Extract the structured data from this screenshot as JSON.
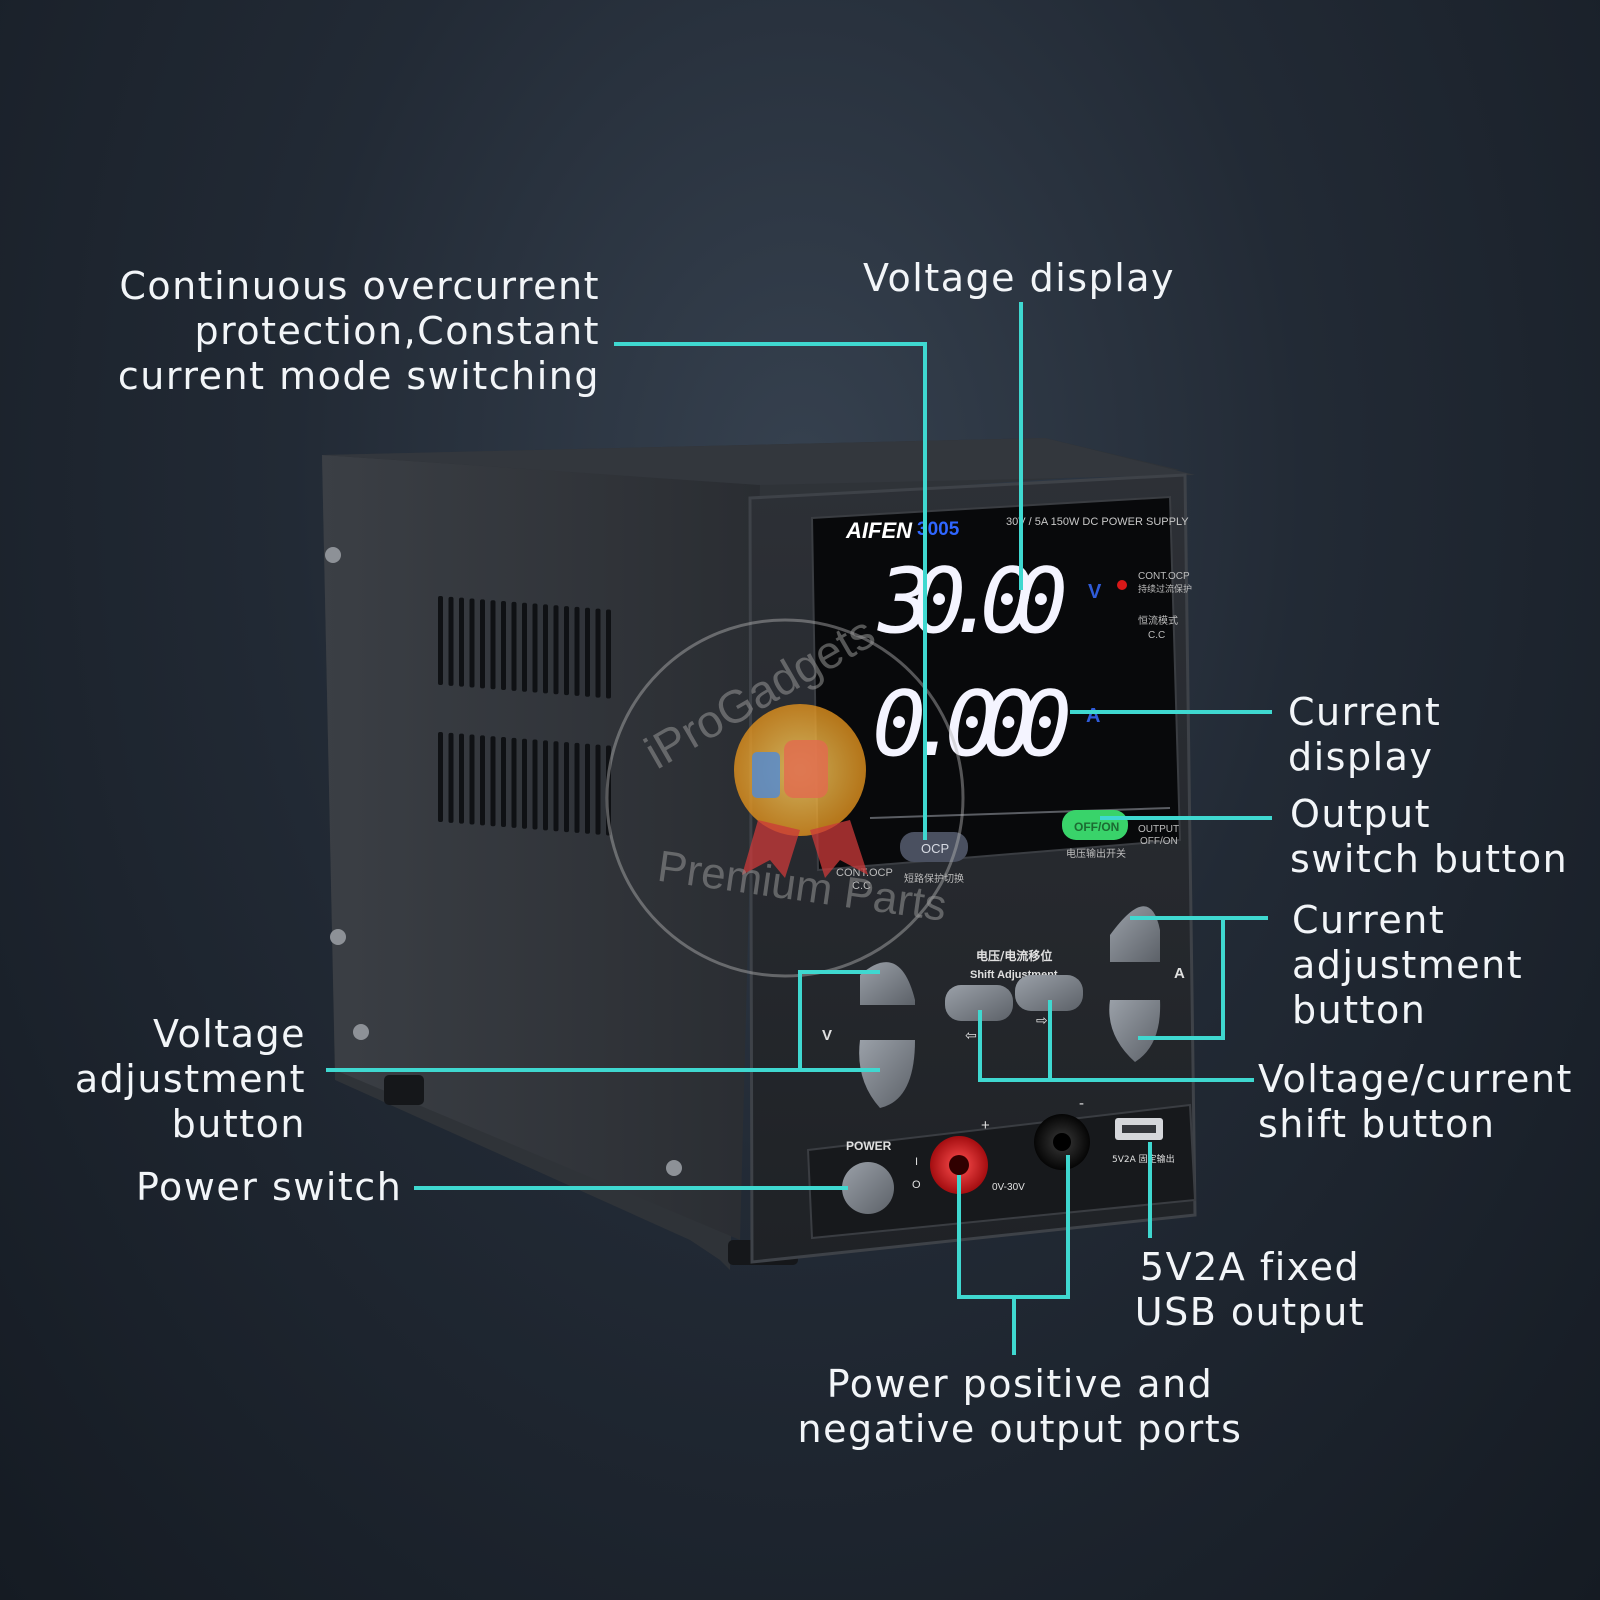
{
  "callouts": {
    "ocp_mode": "Continuous overcurrent\nprotection,Constant\ncurrent mode switching",
    "voltage_display": "Voltage display",
    "current_display": "Current\ndisplay",
    "output_switch": "Output\nswitch button",
    "current_adjust": "Current\nadjustment\nbutton",
    "shift_button": "Voltage/current\nshift button",
    "voltage_adjust": "Voltage\nadjustment\nbutton",
    "power_switch": "Power switch",
    "usb_output": "5V2A fixed\nUSB output",
    "output_ports": "Power positive and\nnegative output ports"
  },
  "device": {
    "brand": "AIFEN",
    "model": "3005",
    "spec": "30V / 5A 150W  DC POWER SUPPLY",
    "voltage_reading": "30.00",
    "voltage_unit": "V",
    "current_reading": "0.000",
    "current_unit": "A",
    "cont_ocp": "CONT.OCP",
    "cont_ocp_cn": "持续过流保护",
    "cc_cn": "恒流模式",
    "cc": "C.C",
    "ocp_button": "OCP",
    "ocp_cn": "短路保护切换",
    "cont_ocp_cc_1": "CONT.OCP",
    "cont_ocp_cc_2": "C.C",
    "output_button": "OFF/ON",
    "output_cn": "电压输出开关",
    "output_label_1": "OUTPUT",
    "output_label_2": "OFF/ON",
    "shift_cn": "电压/电流移位",
    "shift_label": "Shift Adjustment",
    "v_label": "V",
    "a_label": "A",
    "power_label": "POWER",
    "power_on": "I",
    "power_off": "O",
    "plus": "+",
    "minus": "-",
    "range": "0V-30V",
    "usb_label": "5V2A 固定输出"
  },
  "watermark": {
    "top": "iProGadgets",
    "bottom": "Premium Parts"
  },
  "colors": {
    "leader_line": "#3fd8d0",
    "display_digits": "#f4f4ff",
    "unit_blue": "#2f5bd8",
    "output_green": "#39d36a",
    "brand_blue": "#2f66ff"
  }
}
